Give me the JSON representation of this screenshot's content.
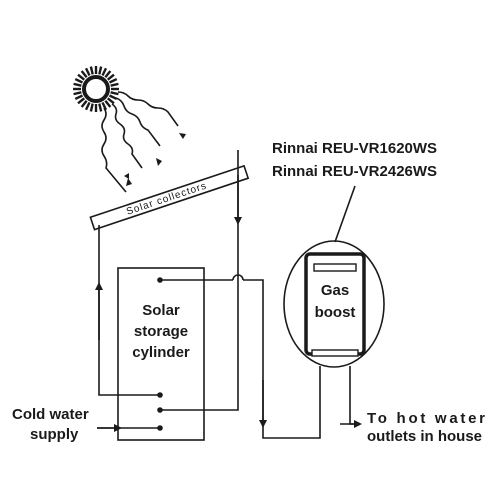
{
  "model_line_1": "Rinnai REU-VR1620WS",
  "model_line_2": "Rinnai REU-VR2426WS",
  "collector_label": "Solar collectors",
  "cylinder_label": [
    "Solar",
    "storage",
    "cylinder"
  ],
  "gas_boost_label": [
    "Gas",
    "boost"
  ],
  "cold_water_label": [
    "Cold water",
    "supply"
  ],
  "hot_water_label": [
    "To hot water",
    "outlets in house"
  ]
}
